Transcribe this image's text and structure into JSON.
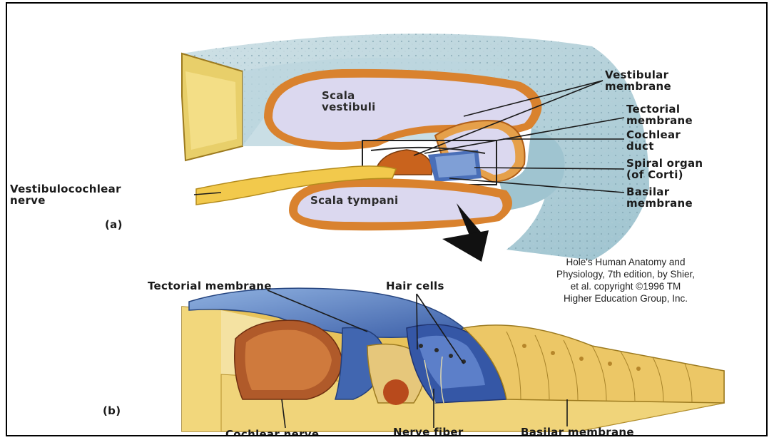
{
  "figure": {
    "part_a_label": "(a)",
    "part_b_label": "(b)",
    "labels_a": {
      "scala_vestibuli": "Scala\nvestibuli",
      "scala_tympani": "Scala tympani",
      "vestibular_membrane": "Vestibular\nmembrane",
      "tectorial_membrane": "Tectorial\nmembrane",
      "cochlear_duct": "Cochlear\nduct",
      "spiral_organ": "Spiral organ\n(of Corti)",
      "basilar_membrane": "Basilar\nmembrane",
      "vestibulocochlear_nerve": "Vestibulocochlear\nnerve"
    },
    "labels_b": {
      "tectorial_membrane": "Tectorial membrane",
      "hair_cells": "Hair cells",
      "cochlear_nerve": "Cochlear nerve",
      "nerve_fiber": "Nerve fiber",
      "basilar_membrane": "Basilar membrane"
    },
    "credit": "Hole's Human Anatomy and\nPhysiology, 7th edition, by Shier,\net al. copyright ©1996 TM\nHigher Education Group, Inc."
  }
}
